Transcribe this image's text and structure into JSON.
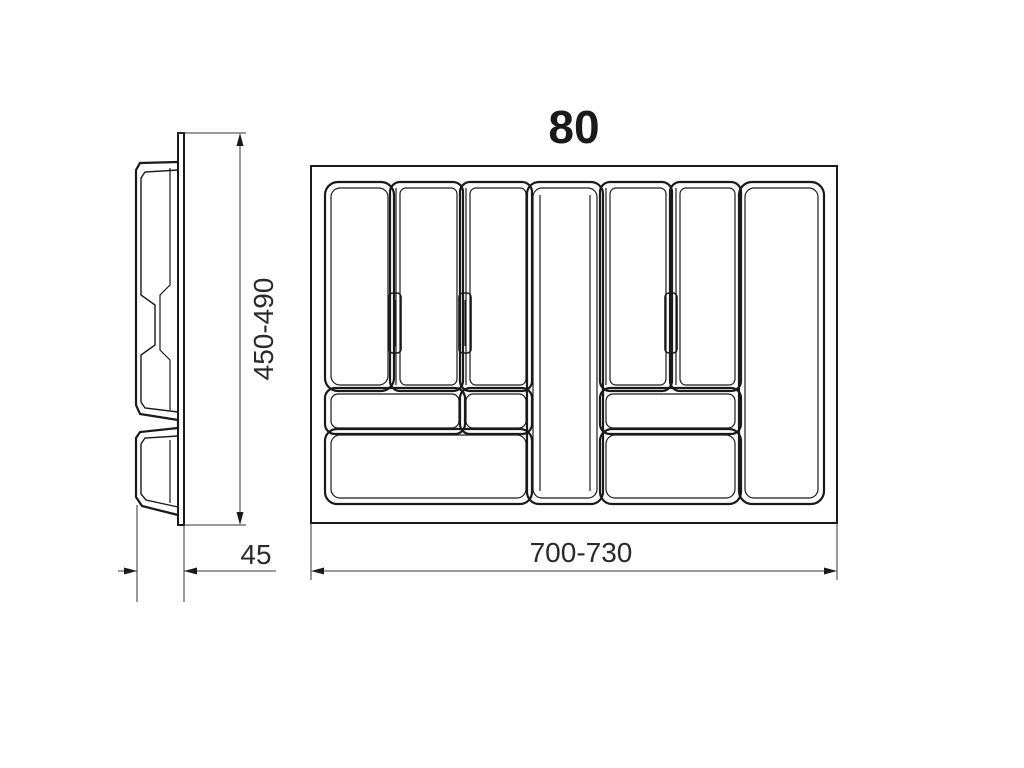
{
  "title": "80",
  "dimensions": {
    "depth": "450-490",
    "width": "700-730",
    "height": "45"
  },
  "colors": {
    "line": "#1a1a1a",
    "background": "#ffffff"
  }
}
